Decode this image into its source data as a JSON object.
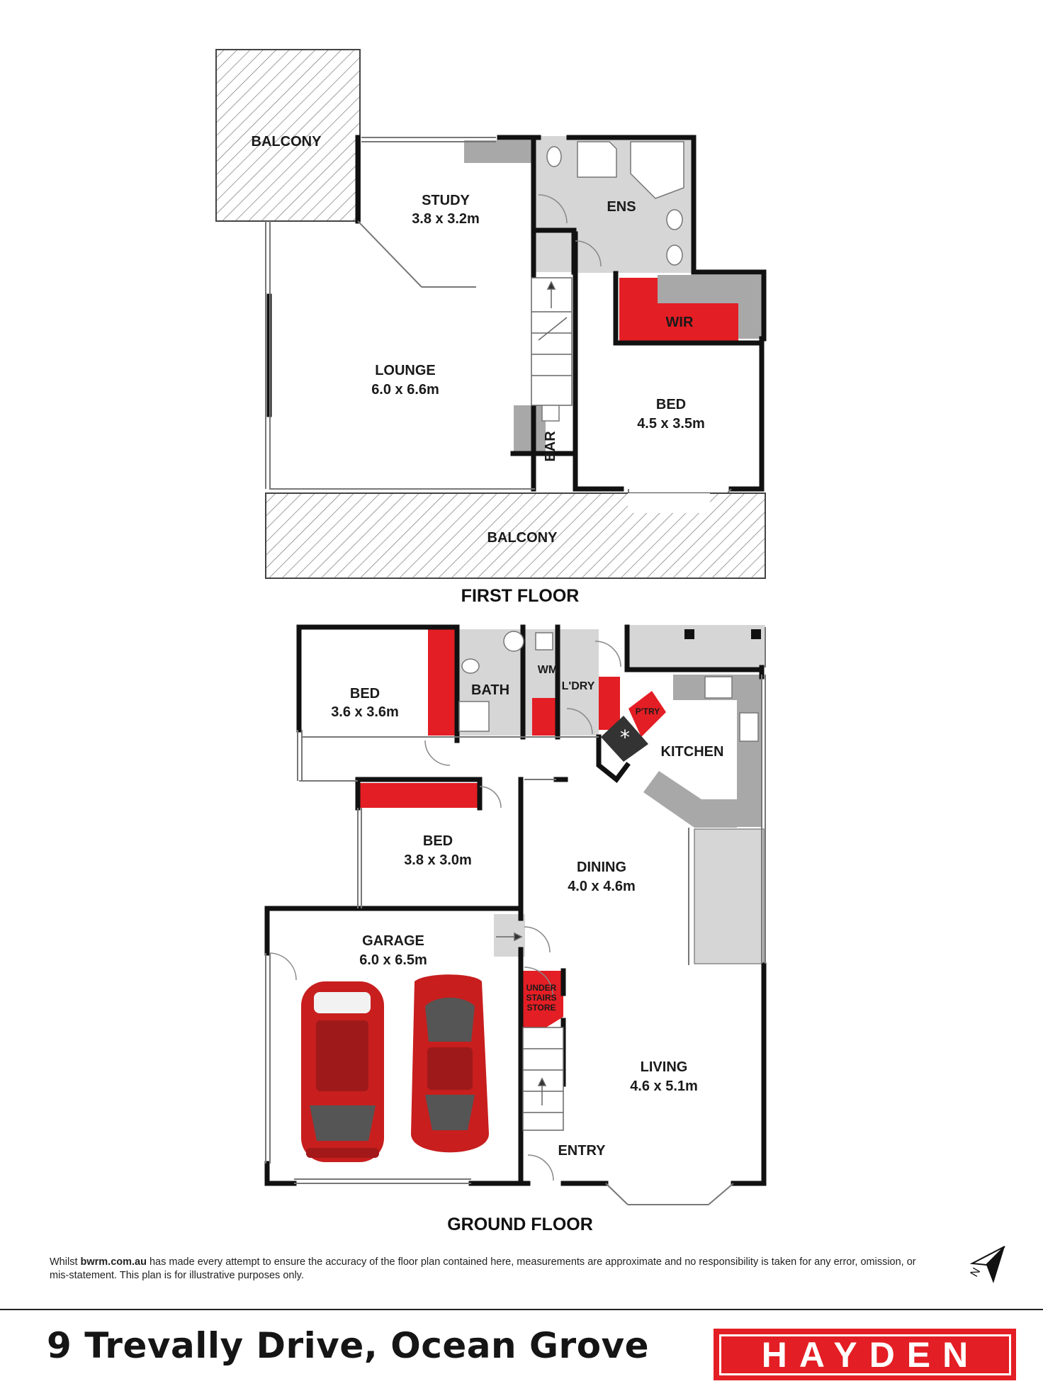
{
  "floors": {
    "first": {
      "title": "FIRST FLOOR",
      "rooms": {
        "balcony_top": "BALCONY",
        "study_name": "STUDY",
        "study_size": "3.8 x 3.2m",
        "ens": "ENS",
        "wir": "WIR",
        "lounge_name": "LOUNGE",
        "lounge_size": "6.0 x 6.6m",
        "bar": "BAR",
        "bed_name": "BED",
        "bed_size": "4.5 x 3.5m",
        "balcony_bottom": "BALCONY"
      }
    },
    "ground": {
      "title": "GROUND FLOOR",
      "rooms": {
        "bed1_name": "BED",
        "bed1_size": "3.6 x 3.6m",
        "bath": "BATH",
        "wm": "WM",
        "laundry": "L'DRY",
        "pantry": "P'TRY",
        "kitchen": "KITCHEN",
        "bed2_name": "BED",
        "bed2_size": "3.8 x 3.0m",
        "dining_name": "DINING",
        "dining_size": "4.0 x 4.6m",
        "garage_name": "GARAGE",
        "garage_size": "6.0 x 6.5m",
        "store_line1": "UNDER",
        "store_line2": "STAIRS",
        "store_line3": "STORE",
        "living_name": "LIVING",
        "living_size": "4.6 x 5.1m",
        "entry": "ENTRY"
      }
    }
  },
  "disclaimer": {
    "prefix": "Whilst ",
    "site": "bwrm.com.au",
    "suffix": " has made every attempt to ensure the accuracy of the floor plan contained here, measurements are approximate and no responsibility is taken for any error, omission, or mis-statement. This plan is for illustrative purposes only."
  },
  "address": "9 Trevally Drive, Ocean Grove",
  "brand": "HAYDEN",
  "colors": {
    "wall": "#111111",
    "storage": "#e31e24",
    "fixture": "#a8a8a8",
    "wet_area": "#d6d6d6",
    "brand": "#e31e24"
  },
  "icons": [
    "compass-north-icon",
    "car-icon",
    "stairs-icon",
    "door-swing-icon",
    "toilet-icon",
    "basin-icon",
    "bathtub-icon",
    "shower-icon",
    "cooktop-icon",
    "sink-icon"
  ]
}
